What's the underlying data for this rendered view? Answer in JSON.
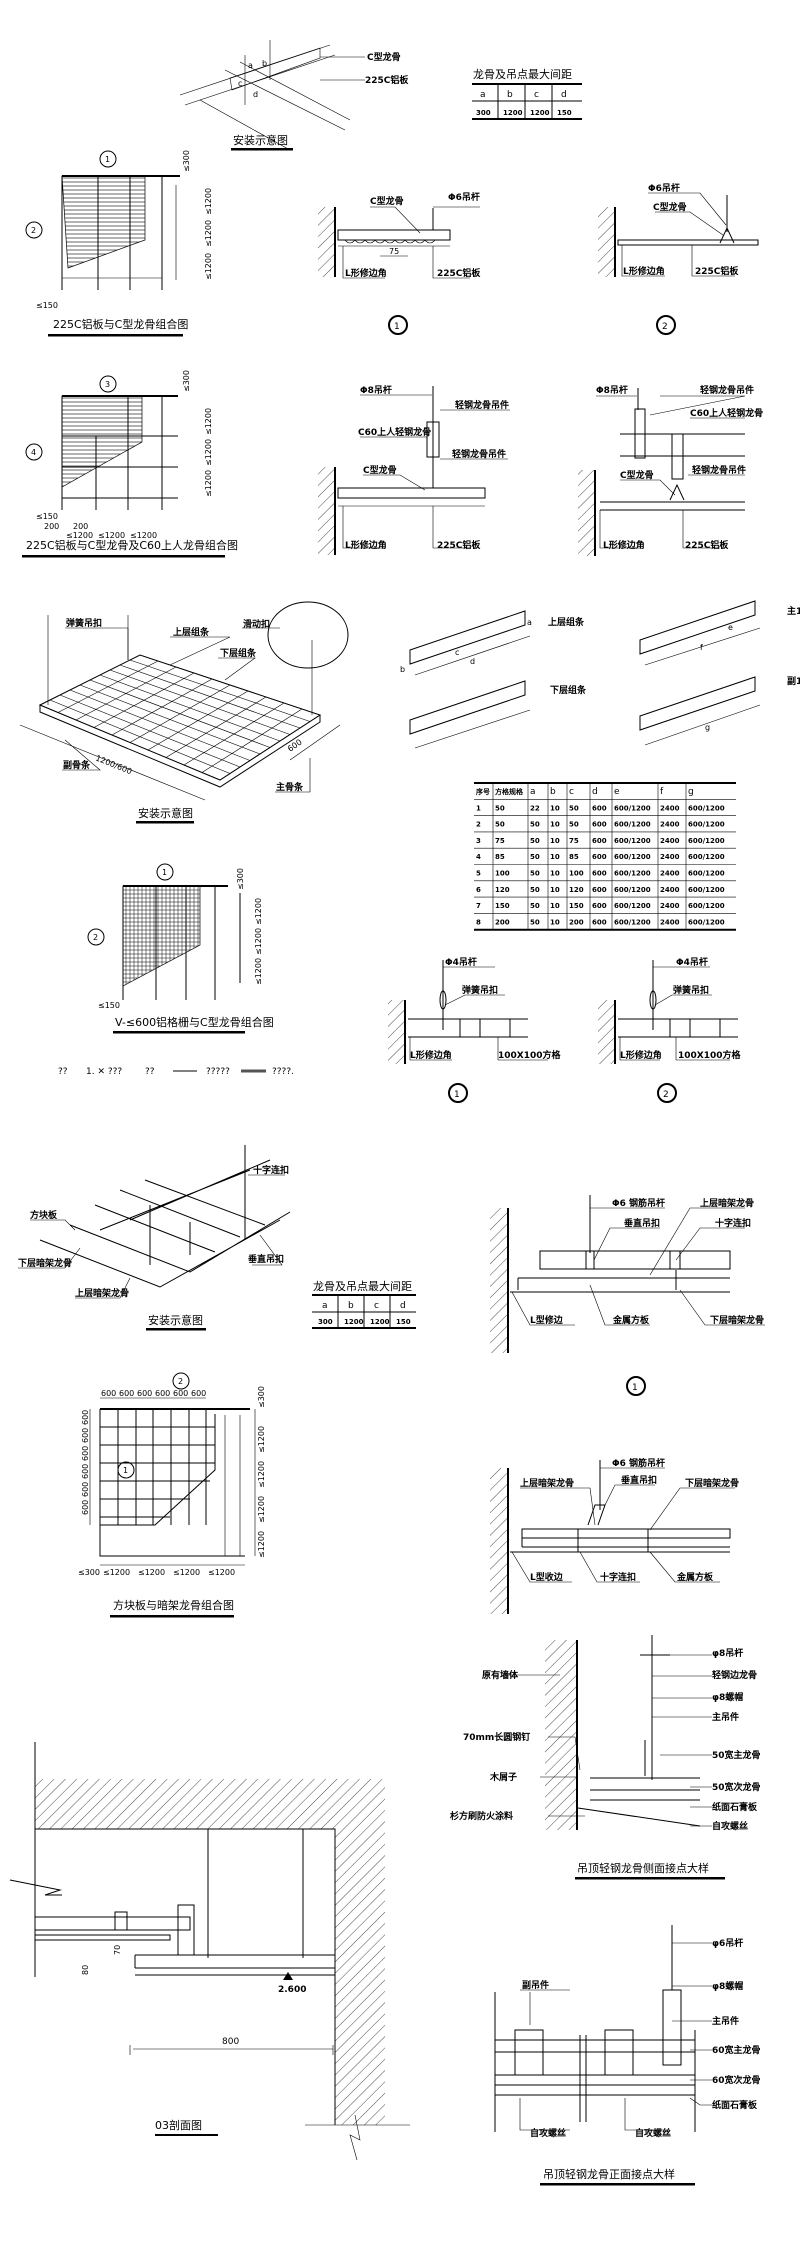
{
  "install_c": {
    "c_keel": "C型龙骨",
    "panel": "225C铝板",
    "title": "安装示意图",
    "dims": [
      "a",
      "b",
      "c",
      "d"
    ]
  },
  "spacing_table_1": {
    "title": "龙骨及吊点最大间距",
    "headers": [
      "a",
      "b",
      "c",
      "d"
    ],
    "values": [
      "300",
      "1200",
      "1200",
      "150"
    ]
  },
  "plan_1": {
    "title": "225C铝板与C型龙骨组合图",
    "callouts": [
      "1",
      "2"
    ],
    "dim_top": "≤300",
    "dims_v": [
      "≤1200",
      "≤1200",
      "≤1200"
    ],
    "dim_edge": "≤150"
  },
  "detail_1a": {
    "c_keel": "C型龙骨",
    "rod": "Φ6吊杆",
    "spacing": "75",
    "edge": "L形修边角",
    "panel": "225C铝板",
    "number": "1"
  },
  "detail_1b": {
    "rod": "Φ6吊杆",
    "c_keel": "C型龙骨",
    "edge": "L形修边角",
    "panel": "225C铝板",
    "number": "2"
  },
  "plan_2": {
    "title": "225C铝板与C型龙骨及C60上人龙骨组合图",
    "callouts": [
      "3",
      "4"
    ],
    "dim_top": "≤300",
    "dims_v": [
      "≤1200",
      "≤1200",
      "≤1200"
    ],
    "dim_edge": "≤150",
    "dim_200a": "200",
    "dim_200b": "200",
    "dims_h": [
      "≤1200",
      "≤1200",
      "≤1200"
    ]
  },
  "detail_2a": {
    "rod": "Φ8吊杆",
    "hanger_top": "轻钢龙骨吊件",
    "c60": "C60上人轻钢龙骨",
    "hanger_bottom": "轻钢龙骨吊件",
    "c_keel": "C型龙骨",
    "edge": "L形修边角",
    "panel": "225C铝板"
  },
  "detail_2b": {
    "rod": "Φ8吊杆",
    "hanger_top": "轻钢龙骨吊件",
    "c60": "C60上人轻钢龙骨",
    "hanger_bottom": "轻钢龙骨吊件",
    "c_keel": "C型龙骨",
    "edge": "L形修边角",
    "panel": "225C铝板"
  },
  "grid_install": {
    "spring_clip": "弹簧吊扣",
    "upper_strip": "上层组条",
    "lower_strip": "下层组条",
    "slide_clip": "滑动扣",
    "length": "1200/600",
    "width": "600",
    "sub_bone": "副骨条",
    "main_bone": "主骨条",
    "title": "安装示意图"
  },
  "strips": {
    "upper": "上层组条",
    "lower": "下层组条",
    "main_cut": "主1",
    "sub_cut": "副1",
    "letters": [
      "a",
      "b",
      "c",
      "d",
      "e",
      "f",
      "g"
    ]
  },
  "grid_table": {
    "headers": [
      "序号",
      "方格规格",
      "a",
      "b",
      "c",
      "d",
      "e",
      "f",
      "g"
    ],
    "rows": [
      [
        "1",
        "50",
        "22",
        "10",
        "50",
        "600",
        "600/1200",
        "2400",
        "600/1200"
      ],
      [
        "2",
        "50",
        "50",
        "10",
        "50",
        "600",
        "600/1200",
        "2400",
        "600/1200"
      ],
      [
        "3",
        "75",
        "50",
        "10",
        "75",
        "600",
        "600/1200",
        "2400",
        "600/1200"
      ],
      [
        "4",
        "85",
        "50",
        "10",
        "85",
        "600",
        "600/1200",
        "2400",
        "600/1200"
      ],
      [
        "5",
        "100",
        "50",
        "10",
        "100",
        "600",
        "600/1200",
        "2400",
        "600/1200"
      ],
      [
        "6",
        "120",
        "50",
        "10",
        "120",
        "600",
        "600/1200",
        "2400",
        "600/1200"
      ],
      [
        "7",
        "150",
        "50",
        "10",
        "150",
        "600",
        "600/1200",
        "2400",
        "600/1200"
      ],
      [
        "8",
        "200",
        "50",
        "10",
        "200",
        "600",
        "600/1200",
        "2400",
        "600/1200"
      ]
    ]
  },
  "plan_3": {
    "title": "V-≤600铝格栅与C型龙骨组合图",
    "callouts": [
      "1",
      "2"
    ],
    "dim_top": "≤300",
    "dims_v": [
      "≤1200",
      "≤1200",
      "≤1200"
    ],
    "dim_edge": "≤150"
  },
  "legend": {
    "t1": "??",
    "t2": "1. ✕ ???",
    "t3": "??",
    "t4": "?????",
    "t5": "????."
  },
  "detail_3a": {
    "rod": "Φ4吊杆",
    "clip": "弹簧吊扣",
    "edge": "L形修边角",
    "grid": "100X100方格",
    "number": "1"
  },
  "detail_3b": {
    "rod": "Φ4吊杆",
    "clip": "弹簧吊扣",
    "edge": "L形修边角",
    "grid": "100X100方格",
    "number": "2"
  },
  "tile_install": {
    "cross_clip": "十字连扣",
    "tile": "方块板",
    "lower_keel": "下层暗架龙骨",
    "vertical_clip": "垂直吊扣",
    "upper_keel": "上层暗架龙骨",
    "title": "安装示意图"
  },
  "spacing_table_2": {
    "title": "龙骨及吊点最大间距",
    "headers": [
      "a",
      "b",
      "c",
      "d"
    ],
    "values": [
      "300",
      "1200",
      "1200",
      "150"
    ]
  },
  "detail_4a": {
    "rod": "Φ6 钢筋吊杆",
    "upper_keel": "上层暗架龙骨",
    "vertical_clip": "垂直吊扣",
    "cross_clip": "十字连扣",
    "edge": "L型修边",
    "tile": "金属方板",
    "lower_keel": "下层暗架龙骨",
    "number": "1"
  },
  "plan_4": {
    "title": "方块板与暗架龙骨组合图",
    "callouts": [
      "2",
      "1"
    ],
    "dims_top": [
      "600",
      "600",
      "600",
      "600",
      "600",
      "600"
    ],
    "dims_left": [
      "600",
      "600",
      "600",
      "600",
      "600",
      "600"
    ],
    "dims_right": [
      "≤300",
      "≤1200",
      "≤1200",
      "≤1200",
      "≤1200"
    ],
    "dims_bottom": [
      "≤300",
      "≤1200",
      "≤1200",
      "≤1200",
      "≤1200"
    ]
  },
  "detail_4b": {
    "rod": "Φ6 钢筋吊杆",
    "upper_keel": "上层暗架龙骨",
    "vertical_clip": "垂直吊扣",
    "lower_keel": "下层暗架龙骨",
    "edge": "L型收边",
    "cross_clip": "十字连扣",
    "tile": "金属方板"
  },
  "side_joint": {
    "wall": "原有墙体",
    "rod": "φ8吊杆",
    "edge_keel": "轻钢边龙骨",
    "nut": "φ8螺帽",
    "main_hanger": "主吊件",
    "nail": "70mm长圆钢钉",
    "main_keel": "50宽主龙骨",
    "wood": "木屑子",
    "sub_keel": "50宽次龙骨",
    "board": "纸面石膏板",
    "fir": "杉方刷防火涂料",
    "screw": "自攻螺丝",
    "title": "吊顶轻钢龙骨侧面接点大样"
  },
  "section_03": {
    "dim_70": "70",
    "dim_80": "80",
    "level": "2.600",
    "dim_800": "800",
    "title": "03剖面图"
  },
  "front_joint": {
    "rod": "φ6吊杆",
    "nut": "φ8螺帽",
    "sub_hanger": "副吊件",
    "main_hanger": "主吊件",
    "main_keel": "60宽主龙骨",
    "sub_keel": "60宽次龙骨",
    "board": "纸面石膏板",
    "screw_a": "自攻螺丝",
    "screw_b": "自攻螺丝",
    "title": "吊顶轻钢龙骨正面接点大样"
  }
}
